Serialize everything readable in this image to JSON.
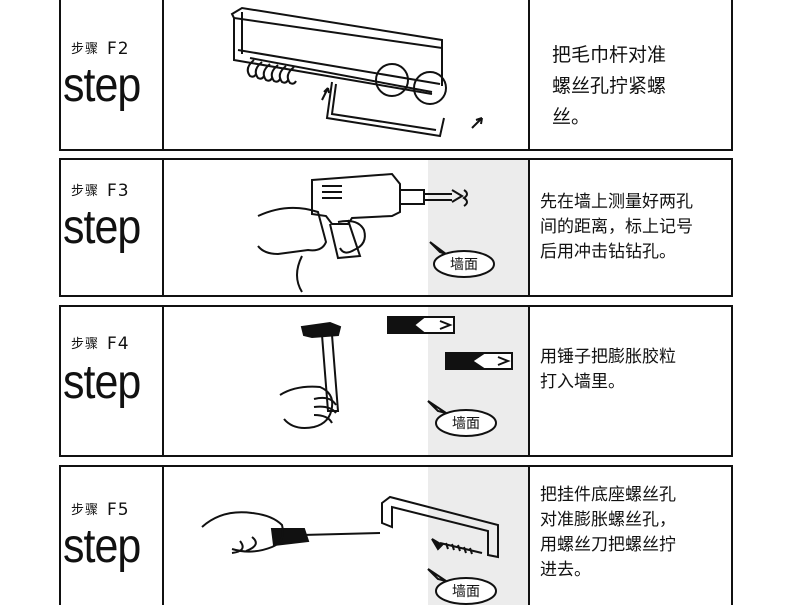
{
  "steps": [
    {
      "prefix": "步骤",
      "code": "F2",
      "word": "step",
      "description": "把毛巾杆对准\n螺丝孔拧紧螺\n丝。"
    },
    {
      "prefix": "步骤",
      "code": "F3",
      "word": "step",
      "description": "先在墙上测量好两孔\n间的距离，标上记号\n后用冲击钻钻孔。",
      "wall_label": "墙面"
    },
    {
      "prefix": "步骤",
      "code": "F4",
      "word": "step",
      "description": "用锤子把膨胀胶粒\n打入墙里。",
      "wall_label": "墙面"
    },
    {
      "prefix": "步骤",
      "code": "F5",
      "word": "step",
      "description": "把挂件底座螺丝孔\n对准膨胀螺丝孔，\n用螺丝刀把螺丝拧\n进去。",
      "wall_label": "墙面"
    }
  ],
  "colors": {
    "border": "#111111",
    "wall_shade": "#ececec",
    "ink": "#111111"
  }
}
